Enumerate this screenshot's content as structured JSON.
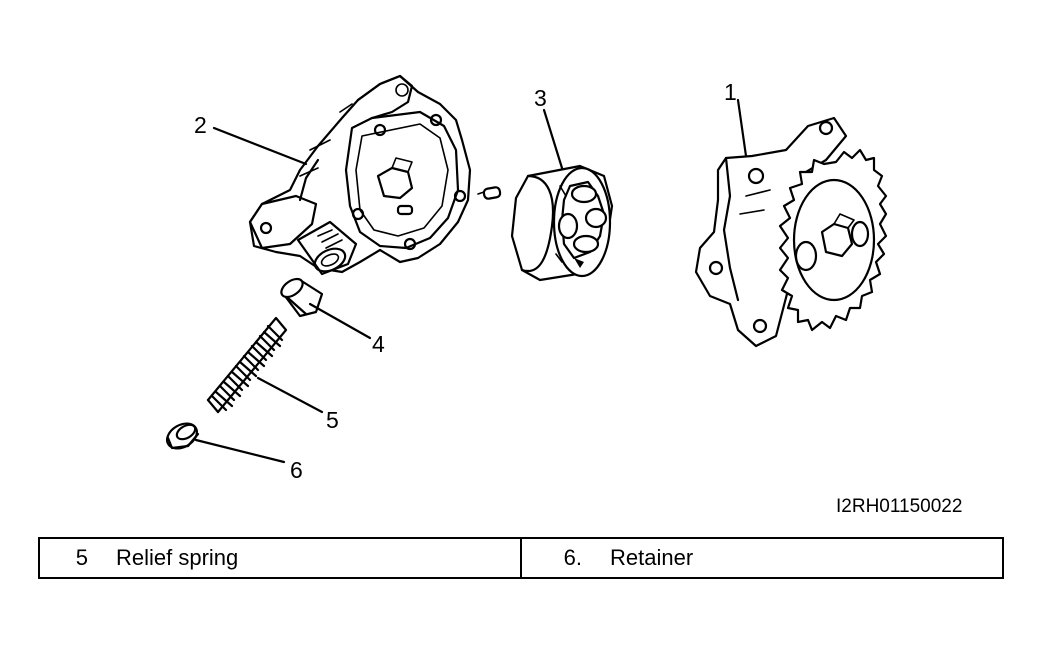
{
  "callouts": {
    "c1": "1",
    "c2": "2",
    "c3": "3",
    "c4": "4",
    "c5": "5",
    "c6": "6"
  },
  "figure_id": "I2RH01150022",
  "legend": [
    {
      "number": "5",
      "name": "Relief spring"
    },
    {
      "number": "6.",
      "name": "Retainer"
    }
  ]
}
